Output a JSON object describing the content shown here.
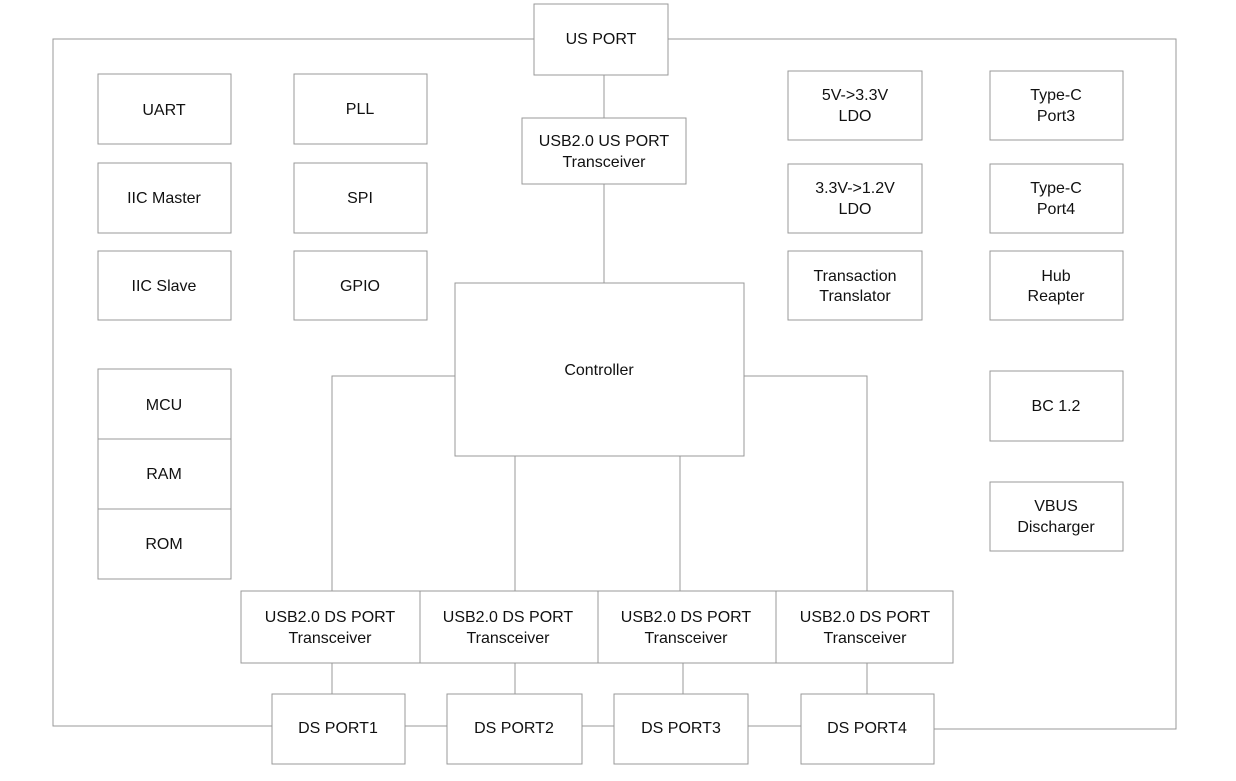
{
  "blocks": {
    "us_port": [
      "US PORT"
    ],
    "us_transceiver": [
      "USB2.0 US PORT",
      "Transceiver"
    ],
    "uart": [
      "UART"
    ],
    "pll": [
      "PLL"
    ],
    "iic_master": [
      "IIC Master"
    ],
    "spi": [
      "SPI"
    ],
    "iic_slave": [
      "IIC Slave"
    ],
    "gpio": [
      "GPIO"
    ],
    "mcu": [
      "MCU"
    ],
    "ram": [
      "RAM"
    ],
    "rom": [
      "ROM"
    ],
    "ldo_5v": [
      "5V->3.3V",
      "LDO"
    ],
    "ldo_33v": [
      "3.3V->1.2V",
      "LDO"
    ],
    "transaction_translator": [
      "Transaction",
      "Translator"
    ],
    "type_c_port3": [
      "Type-C",
      "Port3"
    ],
    "type_c_port4": [
      "Type-C",
      "Port4"
    ],
    "hub_repeater": [
      "Hub",
      "Reapter"
    ],
    "bc12": [
      "BC 1.2"
    ],
    "vbus_discharger": [
      "VBUS",
      "Discharger"
    ],
    "controller": [
      "Controller"
    ],
    "ds_transceiver_1": [
      "USB2.0 DS PORT",
      "Transceiver"
    ],
    "ds_transceiver_2": [
      "USB2.0 DS PORT",
      "Transceiver"
    ],
    "ds_transceiver_3": [
      "USB2.0 DS PORT",
      "Transceiver"
    ],
    "ds_transceiver_4": [
      "USB2.0 DS PORT",
      "Transceiver"
    ],
    "ds_port1": [
      "DS PORT1"
    ],
    "ds_port2": [
      "DS PORT2"
    ],
    "ds_port3": [
      "DS PORT3"
    ],
    "ds_port4": [
      "DS PORT4"
    ]
  },
  "style": {
    "box_stroke": "#999999",
    "wire_stroke": "#999999",
    "text_color": "#111111",
    "background": "#ffffff"
  }
}
